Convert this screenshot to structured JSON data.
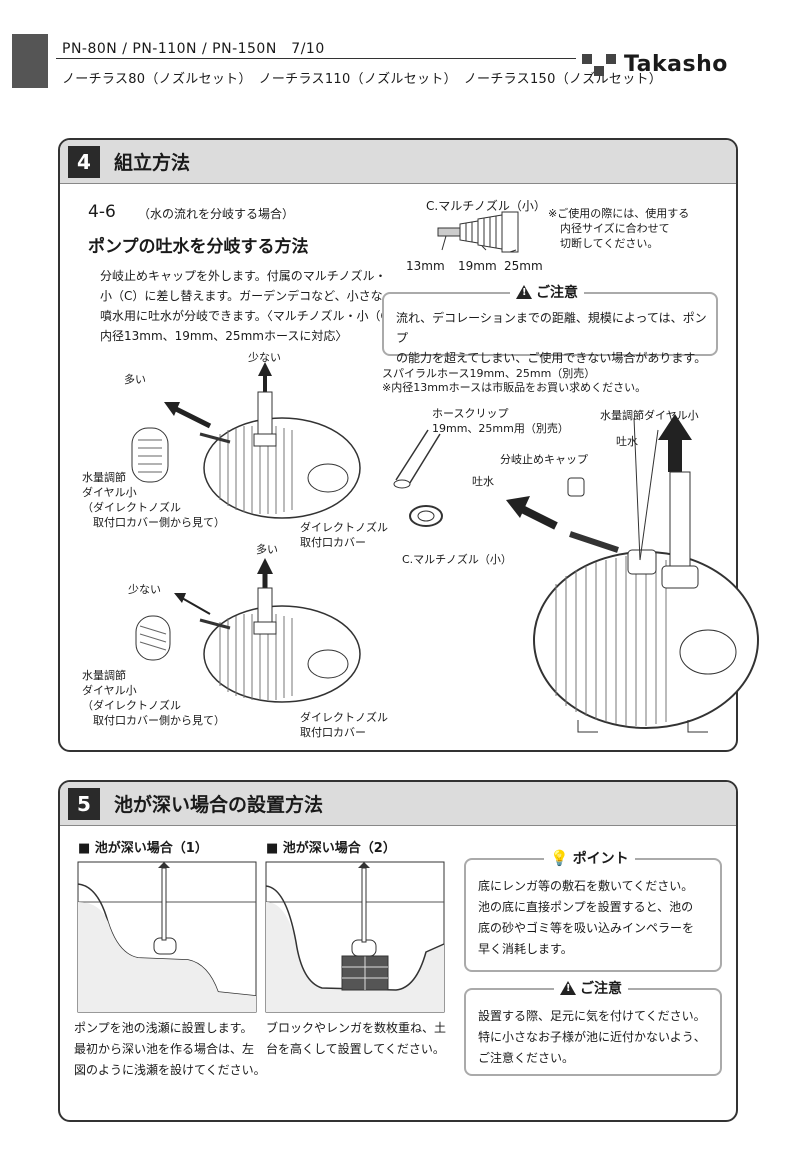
{
  "header": {
    "models": "PN-80N / PN-110N / PN-150N　7/10",
    "subtitle": "ノーチラス80（ノズルセット）　ノーチラス110（ノズルセット）　ノーチラス150（ノズルセット）",
    "brand": "Takasho"
  },
  "section4": {
    "num": "4",
    "title": "組立方法",
    "sub_id": "4-6",
    "sub_note": "（水の流れを分岐する場合）",
    "sub_title": "ポンプの吐水を分岐する方法",
    "body": [
      "分岐止めキャップを外します。付属のマルチノズル・",
      "小（C）に差し替えます。ガーデンデコなど、小さな",
      "噴水用に吐水が分岐できます。〈マルチノズル・小（C）",
      "内径13mm、19mm、25mmホースに対応〉"
    ],
    "nozzle_label": "C.マルチノズル（小）",
    "sizes": [
      "13mm",
      "19mm",
      "25mm"
    ],
    "nozzle_note": [
      "※ご使用の際には、使用する",
      "内径サイズに合わせて",
      "切断してください。"
    ],
    "caution_title": "ご注意",
    "caution_text": [
      "流れ、デコレーションまでの距離、規模によっては、ポンプ",
      "の能力を超えてしまい、ご使用できない場合があります。"
    ],
    "fig1": {
      "less": "少ない",
      "more": "多い",
      "dial": [
        "水量調節",
        "ダイヤル小",
        "（ダイレクトノズル",
        "　取付口カバー側から見て）"
      ],
      "cover": [
        "ダイレクトノズル",
        "取付口カバー"
      ]
    },
    "fig2": {
      "less": "少ない",
      "more": "多い",
      "dial": [
        "水量調節",
        "ダイヤル小",
        "（ダイレクトノズル",
        "　取付口カバー側から見て）"
      ],
      "cover": [
        "ダイレクトノズル",
        "取付口カバー"
      ]
    },
    "fig3": {
      "spiral": "スパイラルホース19mm、25mm（別売）",
      "spiral_note": "※内径13mmホースは市販品をお買い求めください。",
      "clip": [
        "ホースクリップ",
        "19mm、25mm用（別売）"
      ],
      "dial": "水量調節ダイヤル小",
      "out1": "吐水",
      "out2": "吐水",
      "cap": "分岐止めキャップ",
      "nozzle": "C.マルチノズル（小）"
    }
  },
  "section5": {
    "num": "5",
    "title": "池が深い場合の設置方法",
    "case1_title": "■ 池が深い場合（1）",
    "case2_title": "■ 池が深い場合（2）",
    "case1_text": [
      "ポンプを池の浅瀬に設置します。",
      "最初から深い池を作る場合は、左",
      "図のように浅瀬を設けてください。"
    ],
    "case2_text": [
      "ブロックやレンガを数枚重ね、土",
      "台を高くして設置してください。"
    ],
    "point_title": "ポイント",
    "point_text": [
      "底にレンガ等の敷石を敷いてください。",
      "池の底に直接ポンプを設置すると、池の",
      "底の砂やゴミ等を吸い込みインペラーを",
      "早く消耗します。"
    ],
    "caution_title": "ご注意",
    "caution_text": [
      "設置する際、足元に気を付けてください。",
      "特に小さなお子様が池に近付かないよう、",
      "ご注意ください。"
    ]
  },
  "colors": {
    "header_bar": "#dcdcdc",
    "block": "#555555",
    "text": "#1a1a1a"
  }
}
